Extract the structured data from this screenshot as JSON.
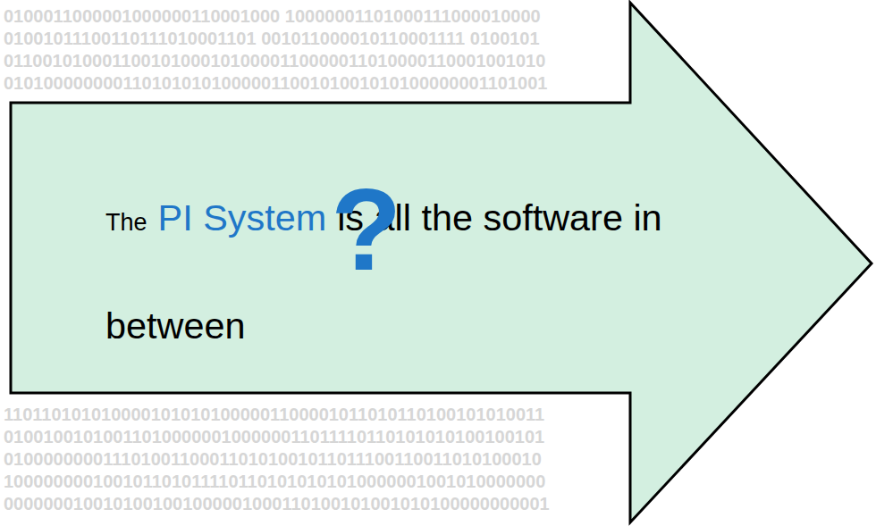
{
  "diagram": {
    "nodes": [
      {
        "text": [
          "The",
          "PI System",
          "is all the software in between"
        ]
      }
    ],
    "labels": [
      "?",
      "0100011000001000000110001000 10000001101000111000010000",
      "01001011100110111010001101 001011000010110001111 0100101",
      "0110010100011001010001010000110000011010000110001001010",
      "0101000000001101010101000001100101001010100000001101001",
      "1101101010100001010101000001100001011010110100101010011",
      "0100100101001101000000100000011011110110101010100100101",
      "0100000000111010011000110101001011011100110011010100010",
      "1000000001001011010111101101010101010000001001010000000",
      "0000000100101001001000001000110100101001010100000000001"
    ]
  }
}
